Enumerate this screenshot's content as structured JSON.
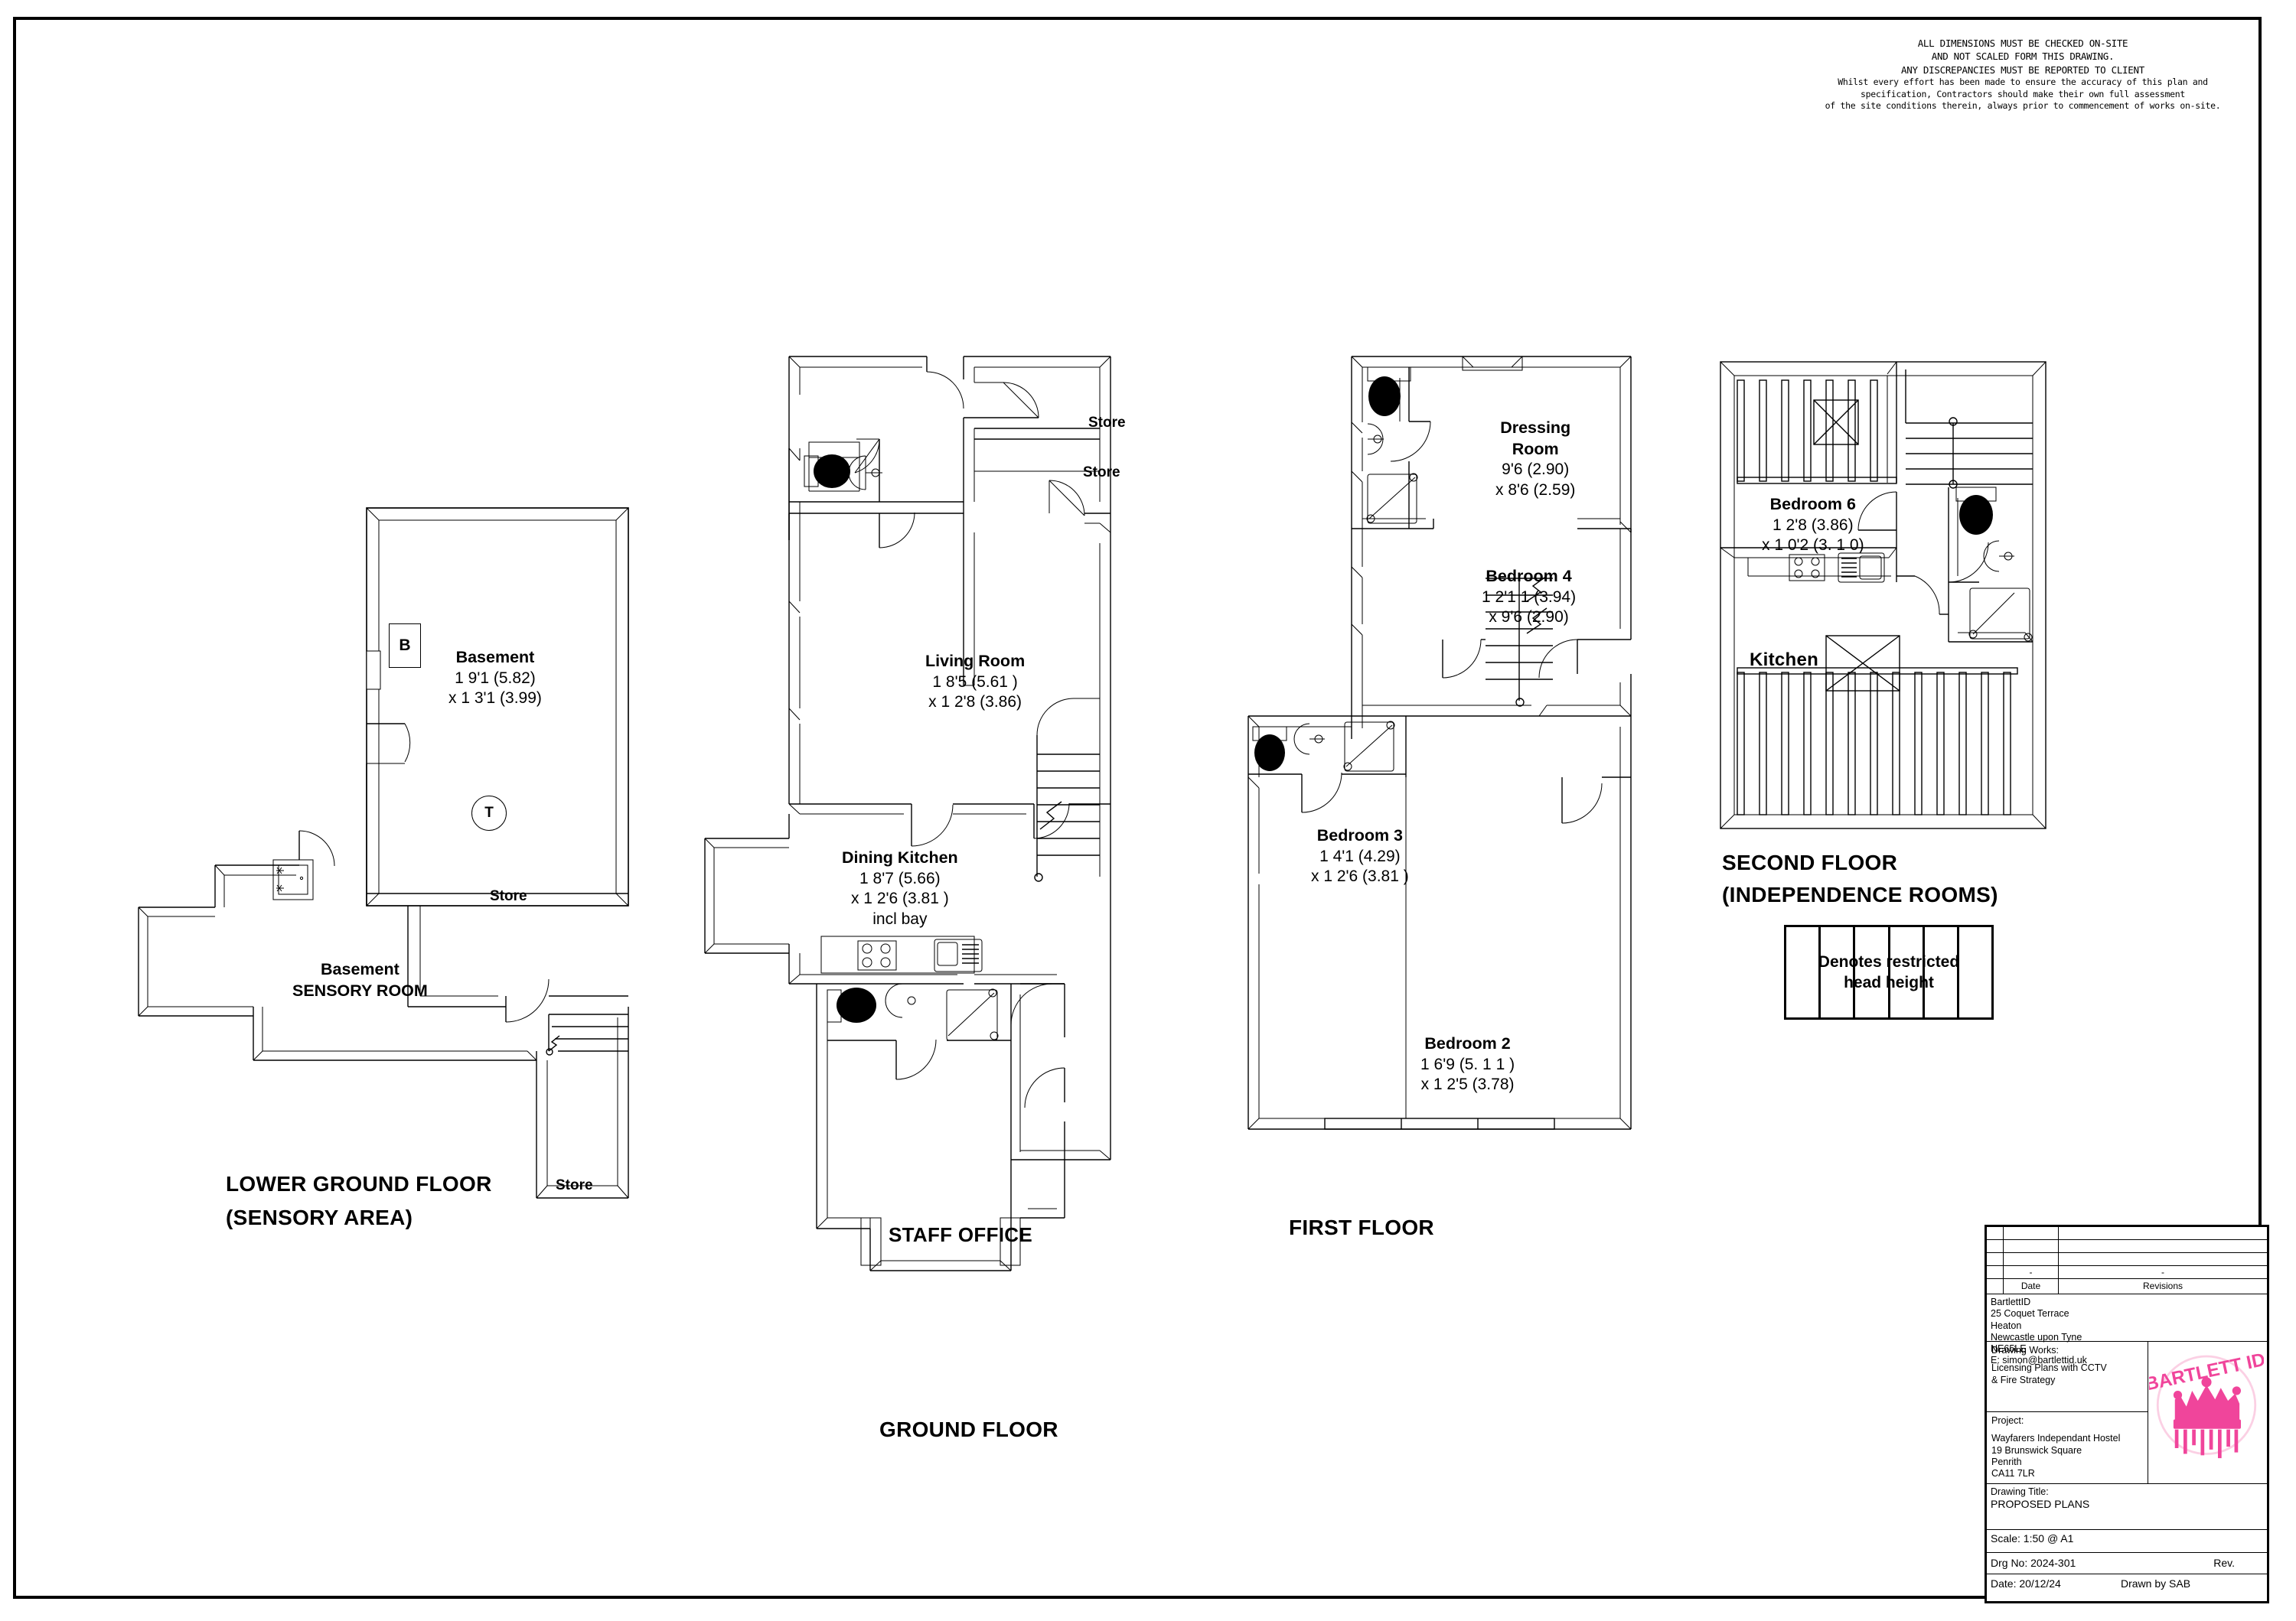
{
  "disclaimer": {
    "line1": "ALL DIMENSIONS MUST BE CHECKED ON-SITE",
    "line2": "AND NOT SCALED FORM THIS DRAWING.",
    "line3": "ANY DISCREPANCIES MUST BE REPORTED TO CLIENT",
    "line4": "Whilst every effort has been made to ensure the accuracy of this plan and",
    "line5": "specification, Contractors should make their own full assessment",
    "line6": "of the site conditions therein, always prior to commencement of works on-site."
  },
  "plans": {
    "lower_ground": {
      "title": "LOWER GROUND FLOOR",
      "subtitle": "(SENSORY AREA)",
      "rooms": [
        {
          "name": "Basement",
          "dim1": "1 9'1 (5.82)",
          "dim2": "x 1 3'1 (3.99)"
        },
        {
          "name": "Basement",
          "line2": "SENSORY ROOM"
        }
      ],
      "stores": [
        "Store",
        "Store"
      ],
      "markers": {
        "boiler": "B",
        "tank": "T"
      }
    },
    "ground": {
      "title": "GROUND FLOOR",
      "rooms": [
        {
          "name": "Living Room",
          "dim1": "1 8'5 (5.61 )",
          "dim2": "x 1 2'8 (3.86)"
        },
        {
          "name": "Dining Kitchen",
          "dim1": "1 8'7 (5.66)",
          "dim2": "x 1 2'6 (3.81 )",
          "dim3": "incl bay"
        }
      ],
      "stores": [
        "Store",
        "Store"
      ],
      "staff_office": "STAFF OFFICE"
    },
    "first": {
      "title": "FIRST FLOOR",
      "rooms": [
        {
          "name": "Dressing",
          "name2": "Room",
          "dim1": "9'6 (2.90)",
          "dim2": "x 8'6 (2.59)"
        },
        {
          "name": "Bedroom 4",
          "dim1": "1 2'1 1 (3.94)",
          "dim2": "x 9'6 (2.90)"
        },
        {
          "name": "Bedroom 3",
          "dim1": "1 4'1 (4.29)",
          "dim2": "x 1 2'6 (3.81 )"
        },
        {
          "name": "Bedroom 2",
          "dim1": "1 6'9 (5. 1 1 )",
          "dim2": "x 1 2'5 (3.78)"
        }
      ]
    },
    "second": {
      "title": "SECOND FLOOR",
      "subtitle": "(INDEPENDENCE ROOMS)",
      "rooms": [
        {
          "name": "Bedroom 6",
          "dim1": "1 2'8 (3.86)",
          "dim2": "x 1 0'2 (3. 1 0)"
        },
        {
          "name": "Kitchen"
        }
      ],
      "legend": {
        "line1": "Denotes restricted",
        "line2": "head height"
      }
    }
  },
  "titleblock": {
    "revision_rows": [
      {
        "date": "",
        "revision": ""
      },
      {
        "date": "",
        "revision": ""
      },
      {
        "date": "",
        "revision": ""
      },
      {
        "date": "-",
        "revision": "-"
      }
    ],
    "headers": {
      "date": "Date",
      "revisions": "Revisions"
    },
    "company": {
      "name": "BartlettID",
      "address1": "25 Coquet Terrace",
      "address2": "Heaton",
      "address3": "Newcastle upon Tyne",
      "postcode": "NE65LE",
      "email": "E: simon@bartlettid.uk"
    },
    "drawing_works": {
      "label": "Drawing Works:",
      "line1": "Licensing Plans with CCTV",
      "line2": "& Fire Strategy"
    },
    "project": {
      "label": "Project:",
      "line1": "Wayfarers Independant Hostel",
      "line2": "19 Brunswick Square",
      "line3": "Penrith",
      "line4": "CA11 7LR"
    },
    "drawing_title": {
      "label": "Drawing Title:",
      "value": "PROPOSED PLANS"
    },
    "scale": "Scale: 1:50 @ A1",
    "drg_no": "Drg No: 2024-301",
    "rev": "Rev.",
    "date": "Date: 20/12/24",
    "drawn_by": "Drawn by SAB",
    "logo_color": "#F0459B",
    "logo_text": "BARTLETT ID"
  }
}
